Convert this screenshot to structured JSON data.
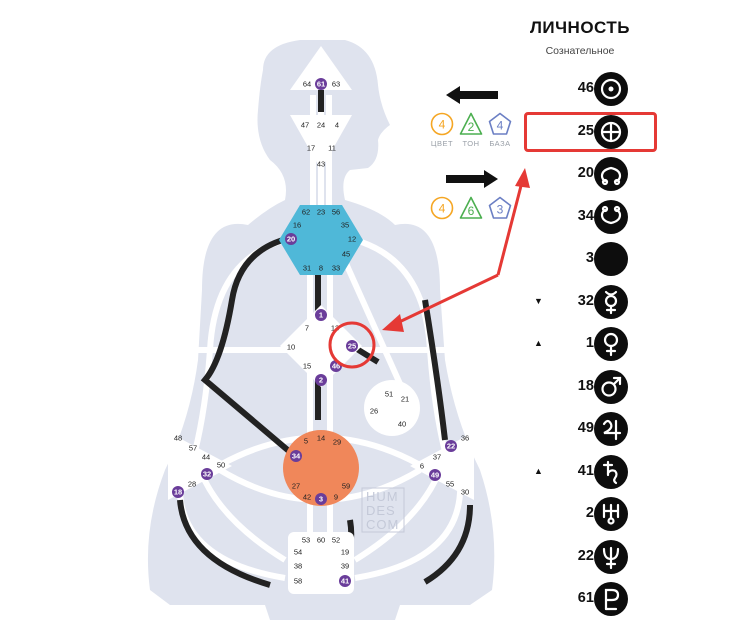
{
  "panel": {
    "title": "ЛИЧНОСТЬ",
    "subtitle": "Сознательное",
    "accent_color": "#e53935",
    "activations": [
      {
        "marker": "",
        "value": "46.3",
        "planet": "sun-icon"
      },
      {
        "marker": "",
        "value": "25.3",
        "planet": "earth-icon",
        "highlighted": true
      },
      {
        "marker": "",
        "value": "20.4",
        "planet": "north-node-icon"
      },
      {
        "marker": "",
        "value": "34.4",
        "planet": "south-node-icon"
      },
      {
        "marker": "",
        "value": "3.3",
        "planet": "moon-icon"
      },
      {
        "marker": "▼",
        "value": "32.5",
        "planet": "mercury-icon"
      },
      {
        "marker": "▲",
        "value": "1.2",
        "planet": "venus-icon"
      },
      {
        "marker": "",
        "value": "18.2",
        "planet": "mars-icon"
      },
      {
        "marker": "",
        "value": "49.5",
        "planet": "jupiter-icon"
      },
      {
        "marker": "▲",
        "value": "41.6",
        "planet": "saturn-icon"
      },
      {
        "marker": "",
        "value": "2.2",
        "planet": "uranus-icon"
      },
      {
        "marker": "",
        "value": "22.5",
        "planet": "neptune-icon"
      },
      {
        "marker": "",
        "value": "61.4",
        "planet": "pluto-icon"
      }
    ]
  },
  "variables": {
    "top": {
      "values": [
        "4",
        "2",
        "4"
      ],
      "labels": [
        "ЦВЕТ",
        "ТОН",
        "БАЗА"
      ],
      "colors": [
        "#f5a623",
        "#4caf50",
        "#6b7fc4"
      ]
    },
    "bottom": {
      "values": [
        "4",
        "6",
        "3"
      ],
      "colors": [
        "#f5a623",
        "#4caf50",
        "#6b7fc4"
      ]
    }
  },
  "watermark": [
    "HUM",
    "DES",
    "COM"
  ],
  "centers": {
    "head": {
      "gates": [
        "64",
        "61",
        "63"
      ],
      "active": [
        "61"
      ]
    },
    "ajna": {
      "gates": [
        "47",
        "24",
        "4",
        "17",
        "11",
        "43"
      ],
      "active": []
    },
    "throat": {
      "gates": [
        "62",
        "23",
        "56",
        "16",
        "35",
        "20",
        "12",
        "45",
        "31",
        "8",
        "33"
      ],
      "active": [
        "20"
      ],
      "color": "#4fb8d8"
    },
    "g": {
      "gates": [
        "1",
        "7",
        "13",
        "10",
        "25",
        "15",
        "46",
        "2"
      ],
      "active": [
        "1",
        "25",
        "46",
        "2"
      ]
    },
    "heart": {
      "gates": [
        "51",
        "21",
        "26",
        "40"
      ],
      "active": []
    },
    "sacral": {
      "gates": [
        "5",
        "14",
        "29",
        "34",
        "27",
        "59",
        "42",
        "3",
        "9"
      ],
      "active": [
        "34",
        "3"
      ],
      "color": "#f0875a"
    },
    "spleen": {
      "gates": [
        "48",
        "57",
        "44",
        "50",
        "32",
        "28",
        "18"
      ],
      "active": [
        "32",
        "18"
      ]
    },
    "solar_plexus": {
      "gates": [
        "36",
        "22",
        "37",
        "6",
        "49",
        "55",
        "30"
      ],
      "active": [
        "22",
        "49"
      ]
    },
    "root": {
      "gates": [
        "53",
        "60",
        "52",
        "54",
        "19",
        "38",
        "39",
        "58",
        "41"
      ],
      "active": [
        "41"
      ]
    }
  },
  "active_color": "#6a3d9a"
}
